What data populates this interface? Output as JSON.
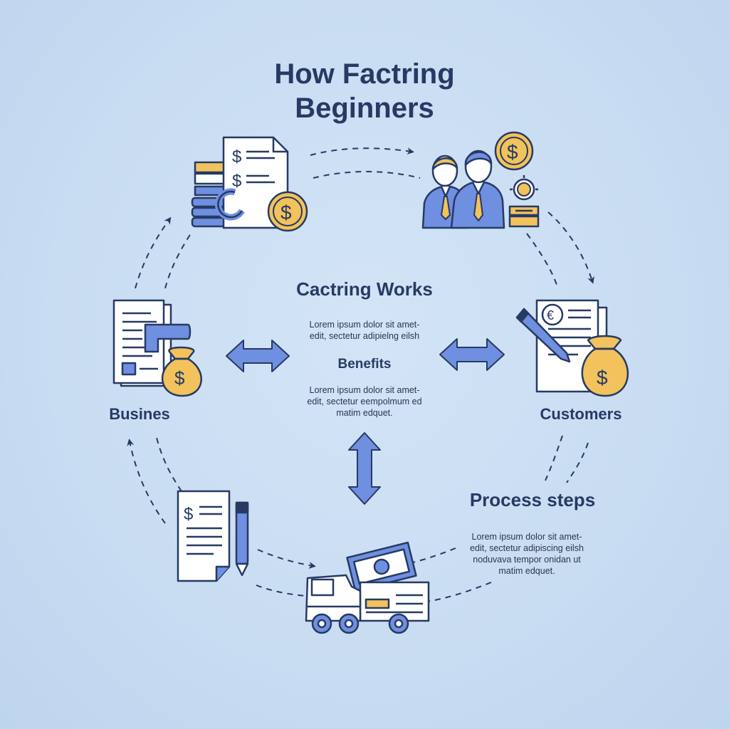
{
  "title": {
    "line1": "How Factring",
    "line2": "Beginners"
  },
  "center": {
    "heading": "Cactring Works",
    "intro": "Lorem ipsum dolor sit amet-\nedit, sectetur adipielng eilsh",
    "benefits_heading": "Benefits",
    "benefits_text": "Lorem ipsum dolor sit amet-\nedit, sectetur eempolmum ed\nmatim edquet."
  },
  "labels": {
    "business": "Busines",
    "customers": "Customers"
  },
  "process": {
    "heading": "Process steps",
    "text": "Lorem ipsum dolor sit amet-\nedit, sectetur adipiscing eilsh\nnoduvava tempor onidan ut\nmatim edquet."
  },
  "icons": [
    "invoice-coins-icon",
    "business-people-icon",
    "contract-moneybag-icon",
    "document-moneybag-icon",
    "invoice-pen-icon",
    "delivery-truck-icon"
  ],
  "colors": {
    "navy": "#263a64",
    "blue": "#6f8fe0",
    "gold": "#f2c25c",
    "background": "#cadef3"
  }
}
